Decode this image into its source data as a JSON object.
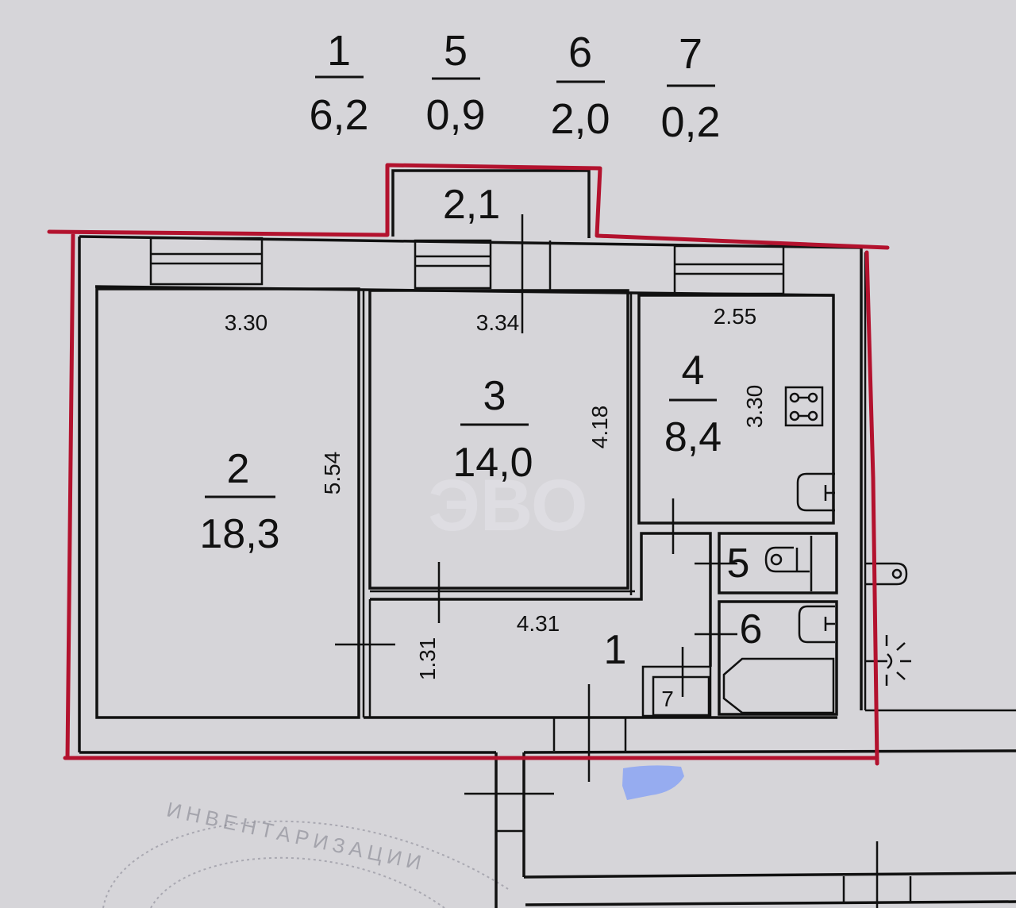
{
  "legend": [
    {
      "room": "1",
      "area": "6,2"
    },
    {
      "room": "5",
      "area": "0,9"
    },
    {
      "room": "6",
      "area": "2,0"
    },
    {
      "room": "7",
      "area": "0,2"
    }
  ],
  "balcony": {
    "area": "2,1"
  },
  "rooms": {
    "room2": {
      "number": "2",
      "area": "18,3",
      "width": "3.30",
      "length": "5.54"
    },
    "room3": {
      "number": "3",
      "area": "14,0",
      "width": "3.34",
      "length": "4.18"
    },
    "room4": {
      "number": "4",
      "area": "8,4",
      "width": "2.55",
      "length": "3.30",
      "appliance": "stove-icon"
    },
    "room1": {
      "number": "1",
      "width": "4.31",
      "length": "1.31"
    },
    "room5": {
      "number": "5",
      "fixture": "toilet-icon"
    },
    "room6": {
      "number": "6",
      "fixture": "bathtub-icon"
    },
    "room7": {
      "number": "7"
    }
  },
  "watermark": "ЭВО",
  "stamp_text": "ИНВЕНТАРИЗАЦИИ",
  "colors": {
    "boundary": "#b3122e",
    "walls": "#111111",
    "paper": "#d6d5d9",
    "redaction": "#96acf0"
  }
}
